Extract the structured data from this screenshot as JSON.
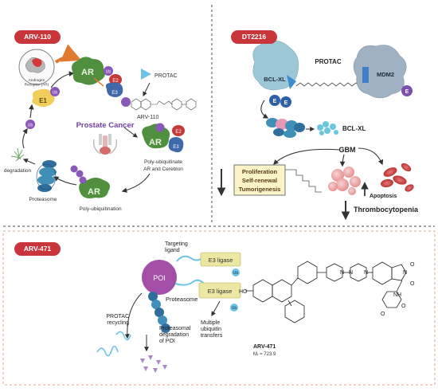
{
  "panel_arv110": {
    "badge": "ARV-110",
    "androgen_receptor": "Androgen\nReceptor (AR)",
    "e1": "E1",
    "ub": "Ub",
    "ar": "AR",
    "e2": "E2",
    "e3": "E3",
    "protac": "PROTAC",
    "arv110": "ARV-110",
    "prostate_cancer": "Prostate Cancer",
    "poly_ubiquitinate": "Poly-ubiquitinate",
    "ar_cereblon": "AR and Cereblon",
    "poly_ubiquitination": "Poly-ubiquitination",
    "proteasome": "Proteasome",
    "degradation": "degradation"
  },
  "panel_dt2216": {
    "badge": "DT2216",
    "bcl_xl": "BCL-XL",
    "protac": "PROTAC",
    "mdm2": "MDM2",
    "e": "E",
    "bcl_xl_free": "BCL-XL",
    "gbm": "GBM",
    "proliferation": "Proliferation",
    "self_renewal": "Self-renewal",
    "tumorigenesis": "Tumorigenesis",
    "apoptosis": "Apoptosis",
    "thrombocytopenia": "Thrombocytopenia"
  },
  "panel_arv471": {
    "badge": "ARV-471",
    "targeting_ligand": "Targeting\nligand",
    "poi": "POI",
    "e3_ligase_1": "E3 ligase",
    "e3_ligase_2": "E3 ligase",
    "ub": "Ub",
    "proteasome": "Proteasome",
    "protac_recycling": "PROTAC\nrecycling",
    "proteasomal_degradation": "Proteasomal\ndegradation\nof POI",
    "multiple_ubiquitin": "Multiple\nubiquitin\ntransfers",
    "compound_name": "ARV-471",
    "molecular_weight": "Mᵣ = 723.9",
    "atoms": {
      "ho": "HO",
      "n1": "N",
      "n2": "N",
      "n3": "N",
      "n4": "N",
      "nh": "NH",
      "o1": "O",
      "o2": "O",
      "o3": "O",
      "o4": "O"
    }
  },
  "colors": {
    "badge": "#c8353a",
    "receptor_green": "#4f8f3e",
    "e2_red": "#c73a3a",
    "e3_blue": "#3f69a8",
    "ub_purple": "#8a58b8",
    "proteasome_blue": "#2f6f9e",
    "bcl_teal": "#9dc7d6",
    "mdm2_grey": "#9fb1c2",
    "e1_yellow": "#f1cd5a",
    "poi_purple": "#a34fa8",
    "ligase_yellow": "#ece7a3",
    "linker_blue": "#6cc3e6"
  }
}
